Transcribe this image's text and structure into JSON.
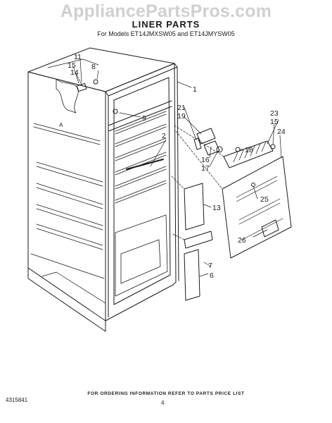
{
  "watermark": "AppliancePartsPros.com",
  "title": "LINER PARTS",
  "models": "For Models ET14JMXSW05 and ET14JMYSW05",
  "callouts": {
    "c1": "1",
    "c2": "2",
    "c6": "6",
    "c7": "7",
    "c8": "8",
    "c9": "9",
    "c13": "13",
    "c14": "14",
    "c15a": "15",
    "c15b": "15",
    "c16": "16",
    "c17": "17",
    "c18": "18",
    "c19": "19",
    "c21": "21",
    "c23": "23",
    "c24": "24",
    "c25": "25",
    "c26": "26",
    "c11": "11",
    "cA": "A"
  },
  "footer": {
    "order_note": "FOR ORDERING INFORMATION REFER TO PARTS PRICE LIST",
    "doc_code": "4315841",
    "page_number": "4"
  }
}
